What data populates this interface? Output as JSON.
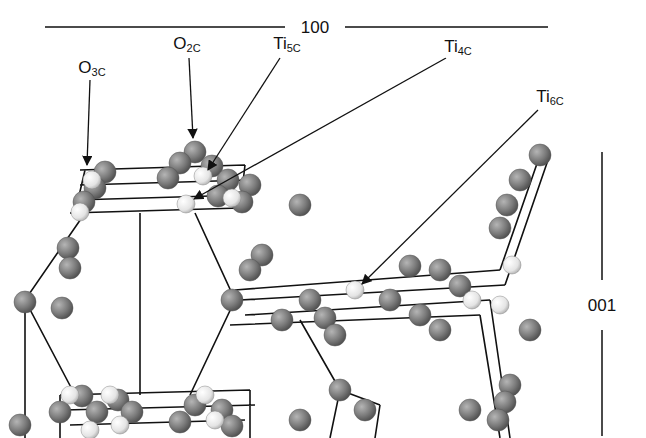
{
  "diagram": {
    "labels": [
      "100",
      "O3C",
      "O2C",
      "Ti5C",
      "Ti4C",
      "Ti6C",
      "001"
    ]
  }
}
